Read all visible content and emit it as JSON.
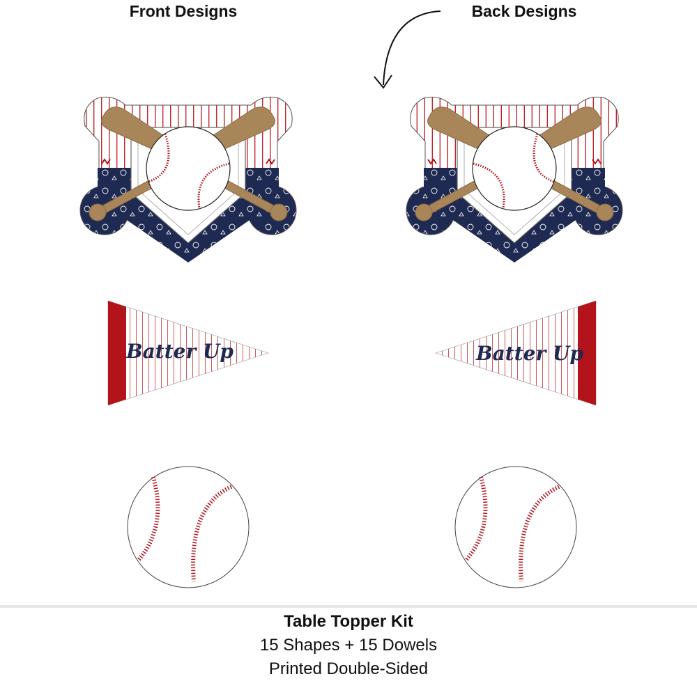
{
  "headings": {
    "front": "Front Designs",
    "back": "Back Designs"
  },
  "designs": {
    "pennant_text": "Batter Up",
    "items": [
      "home-plate-crossed-bats",
      "pennant",
      "baseball"
    ]
  },
  "caption": {
    "title": "Table Topper Kit",
    "line1": "15 Shapes + 15 Dowels",
    "line2": "Printed Double-Sided"
  },
  "colors": {
    "navy": "#1f2a52",
    "red": "#b3131b",
    "wood": "#a9865a"
  }
}
